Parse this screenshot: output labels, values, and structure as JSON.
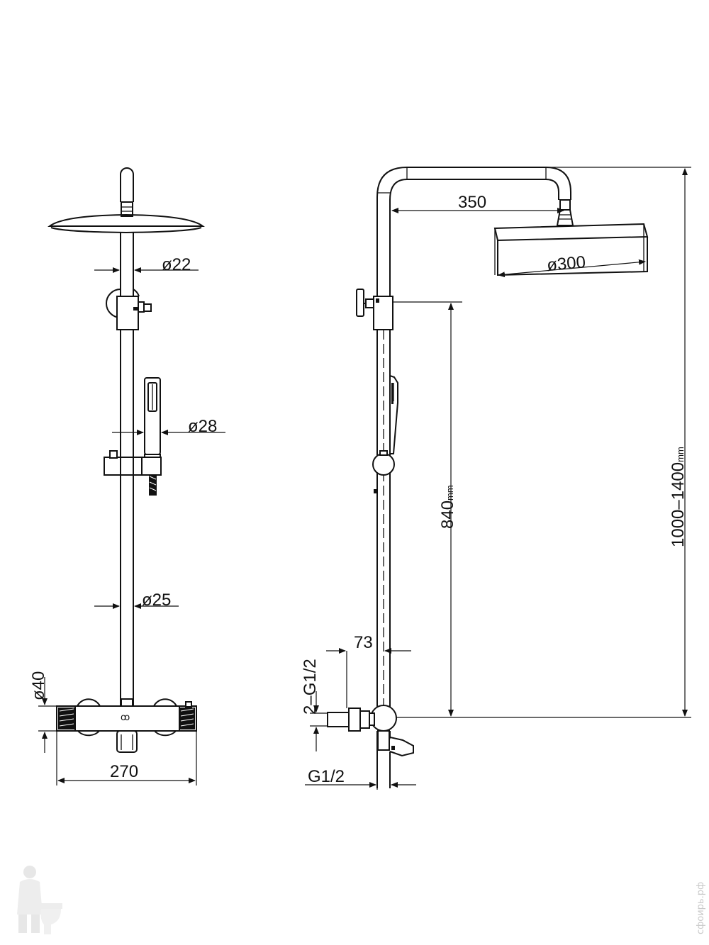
{
  "front_view": {
    "dim_pipe_upper": "ø22",
    "dim_handshower": "ø28",
    "dim_pipe_lower": "ø25",
    "dim_mixer_height": "ø40",
    "dim_mixer_width": "270"
  },
  "side_view": {
    "dim_arm_length": "350",
    "dim_head_diameter": "ø300",
    "dim_slide_height_value": "840",
    "dim_slide_height_unit": "mm",
    "dim_total_height_value": "1000–1400",
    "dim_total_height_unit": "mm",
    "dim_offset": "73",
    "dim_inlet_thread": "2–G1/2",
    "dim_outlet_thread": "G1/2"
  },
  "watermark": {
    "text": "сфоирь.рф",
    "logo": "plumber-mascot"
  }
}
